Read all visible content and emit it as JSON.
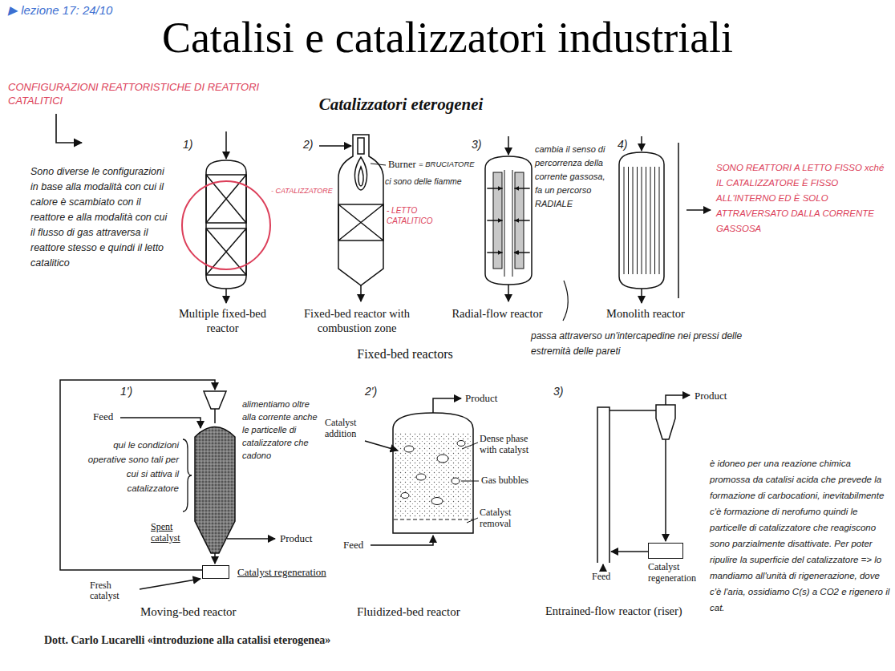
{
  "diagram": {
    "title": "Catalisi e catalizzatori industriali",
    "nodes": [
      {
        "text": [
          "Catalyst regeneration"
        ]
      },
      {
        "text": [
          "Catalyst regeneration"
        ]
      }
    ],
    "labels": [
      "▶ lezione 17: 24/10",
      "CONFIGURAZIONI REATTORISTICHE DI REATTORI CATALITICI",
      "Catalizzatori eterogenei",
      "Sono diverse le configurazioni in base alla modalità con cui il calore è scambiato con il reattore e alla modalità con cui il flusso di gas attraversa il reattore stesso e quindi il letto catalitico",
      "1)",
      "2)",
      "3)",
      "4)",
      "- CATALIZZATORE",
      "Burner",
      "= BRUCIATORE",
      "ci sono delle fiamme",
      "- LETTO CATALITICO",
      "cambia il senso di percorrenza della corrente gassosa, fa un percorso RADIALE",
      "SONO REATTORI A LETTO FISSO xché IL CATALIZZATORE È FISSO ALL'INTERNO ED È SOLO ATTRAVERSATO DALLA CORRENTE GASSOSA",
      "Multiple fixed-bed reactor",
      "Fixed-bed reactor with combustion zone",
      "Radial-flow reactor",
      "Monolith reactor",
      "Fixed-bed reactors",
      "passa attraverso un'intercapedine nei pressi delle estremità delle pareti",
      "1')",
      "Feed",
      "alimentiamo oltre alla corrente anche le particelle di catalizzatore che cadono",
      "qui le condizioni operative sono tali per cui si attiva il catalizzatore",
      "Spent catalyst",
      "Product",
      "Fresh catalyst",
      "Moving-bed reactor",
      "2')",
      "Product",
      "Catalyst addition",
      "Dense phase with catalyst",
      "Gas bubbles",
      "Catalyst removal",
      "Feed",
      "Fluidized-bed reactor",
      "3)",
      "Product",
      "Feed",
      "Entrained-flow reactor (riser)",
      "è idoneo per una reazione chimica promossa da catalisi acida che prevede la formazione di carbocationi, inevitabilmente c'è formazione di nerofumo quindi le particelle di catalizzatore che reagiscono sono parzialmente disattivate. Per poter ripulire la superficie del catalizzatore => lo mandiamo all'unità di rigenerazione, dove c'è l'aria, ossidiamo C(s) a CO2 e rigenero il cat.",
      "Dott. Carlo Lucarelli «introduzione alla catalisi eterogenea»"
    ]
  }
}
